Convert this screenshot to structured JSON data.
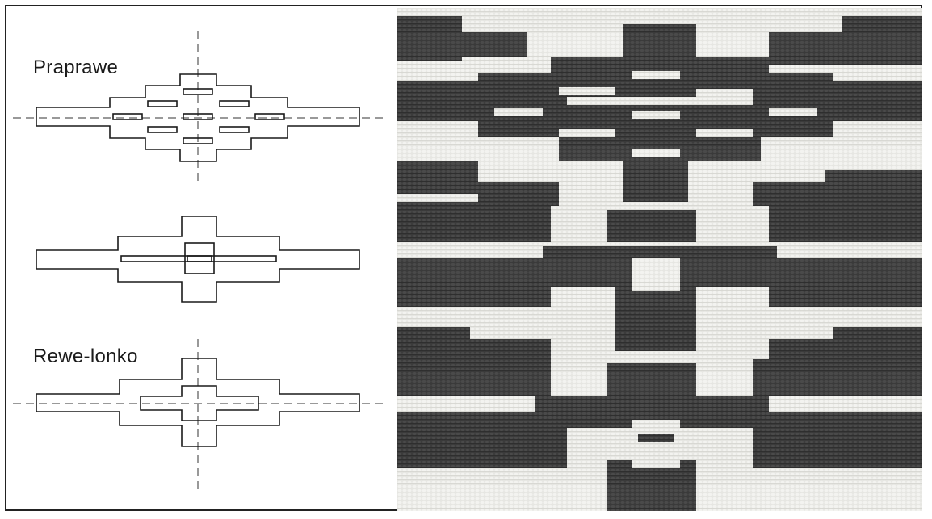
{
  "diagrams": [
    {
      "label": "Praprawe"
    },
    {
      "label": ""
    },
    {
      "label": "Rewe-lonko"
    }
  ],
  "photo": {
    "subject": "woven textile photograph"
  },
  "colors": {
    "line": "#1a1a1a",
    "paper": "#ffffff",
    "wool_light": "#e6e6e2",
    "wool_dark": "#3a3a3a"
  }
}
